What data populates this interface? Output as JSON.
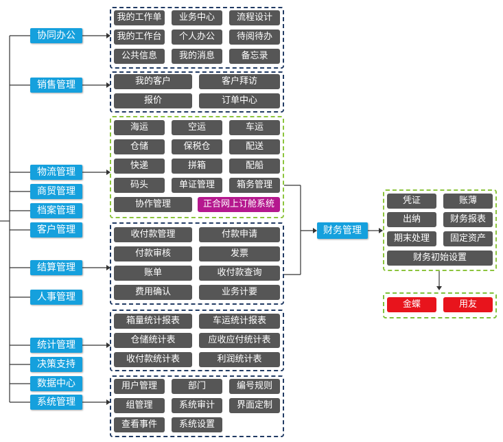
{
  "modules": {
    "m1": "协同办公",
    "m2": "销售管理",
    "m3": "物流管理",
    "m4": "商贸管理",
    "m5": "档案管理",
    "m6": "客户管理",
    "m7": "结算管理",
    "m8": "人事管理",
    "m9": "统计管理",
    "m10": "决策支持",
    "m11": "数据中心",
    "m12": "系统管理"
  },
  "office": [
    "我的工作单",
    "业务中心",
    "流程设计",
    "我的工作台",
    "个人办公",
    "待阅待办",
    "公共信息",
    "我的消息",
    "备忘录"
  ],
  "sales": [
    "我的客户",
    "客户拜访",
    "报价",
    "订单中心"
  ],
  "logistics": [
    "海运",
    "空运",
    "车运",
    "仓储",
    "保税仓",
    "配送",
    "快递",
    "拼箱",
    "配船",
    "码头",
    "单证管理",
    "箱务管理",
    "协作管理",
    "正合网上订舱系统"
  ],
  "settlement": [
    "收付款管理",
    "付款申请",
    "付款审核",
    "发票",
    "账单",
    "收付款查询",
    "费用确认",
    "业务计要"
  ],
  "stats": [
    "箱量统计报表",
    "车运统计报表",
    "仓储统计表",
    "应收应付统计表",
    "收付款统计表",
    "利润统计表"
  ],
  "system": [
    "用户管理",
    "部门",
    "编号规则",
    "组管理",
    "系统审计",
    "界面定制",
    "查看事件",
    "系统设置"
  ],
  "finance_title": "财务管理",
  "finance": [
    "凭证",
    "账薄",
    "出纳",
    "财务报表",
    "期末处理",
    "固定资产",
    "财务初始设置"
  ],
  "vendors": [
    "金蝶",
    "用友"
  ],
  "colors": {
    "module": "#15a0dd",
    "button": "#565656",
    "highlight": "#b5188e",
    "vendor": "#e8141c",
    "navy_border": "#203a63",
    "green_border": "#8cc43c"
  }
}
